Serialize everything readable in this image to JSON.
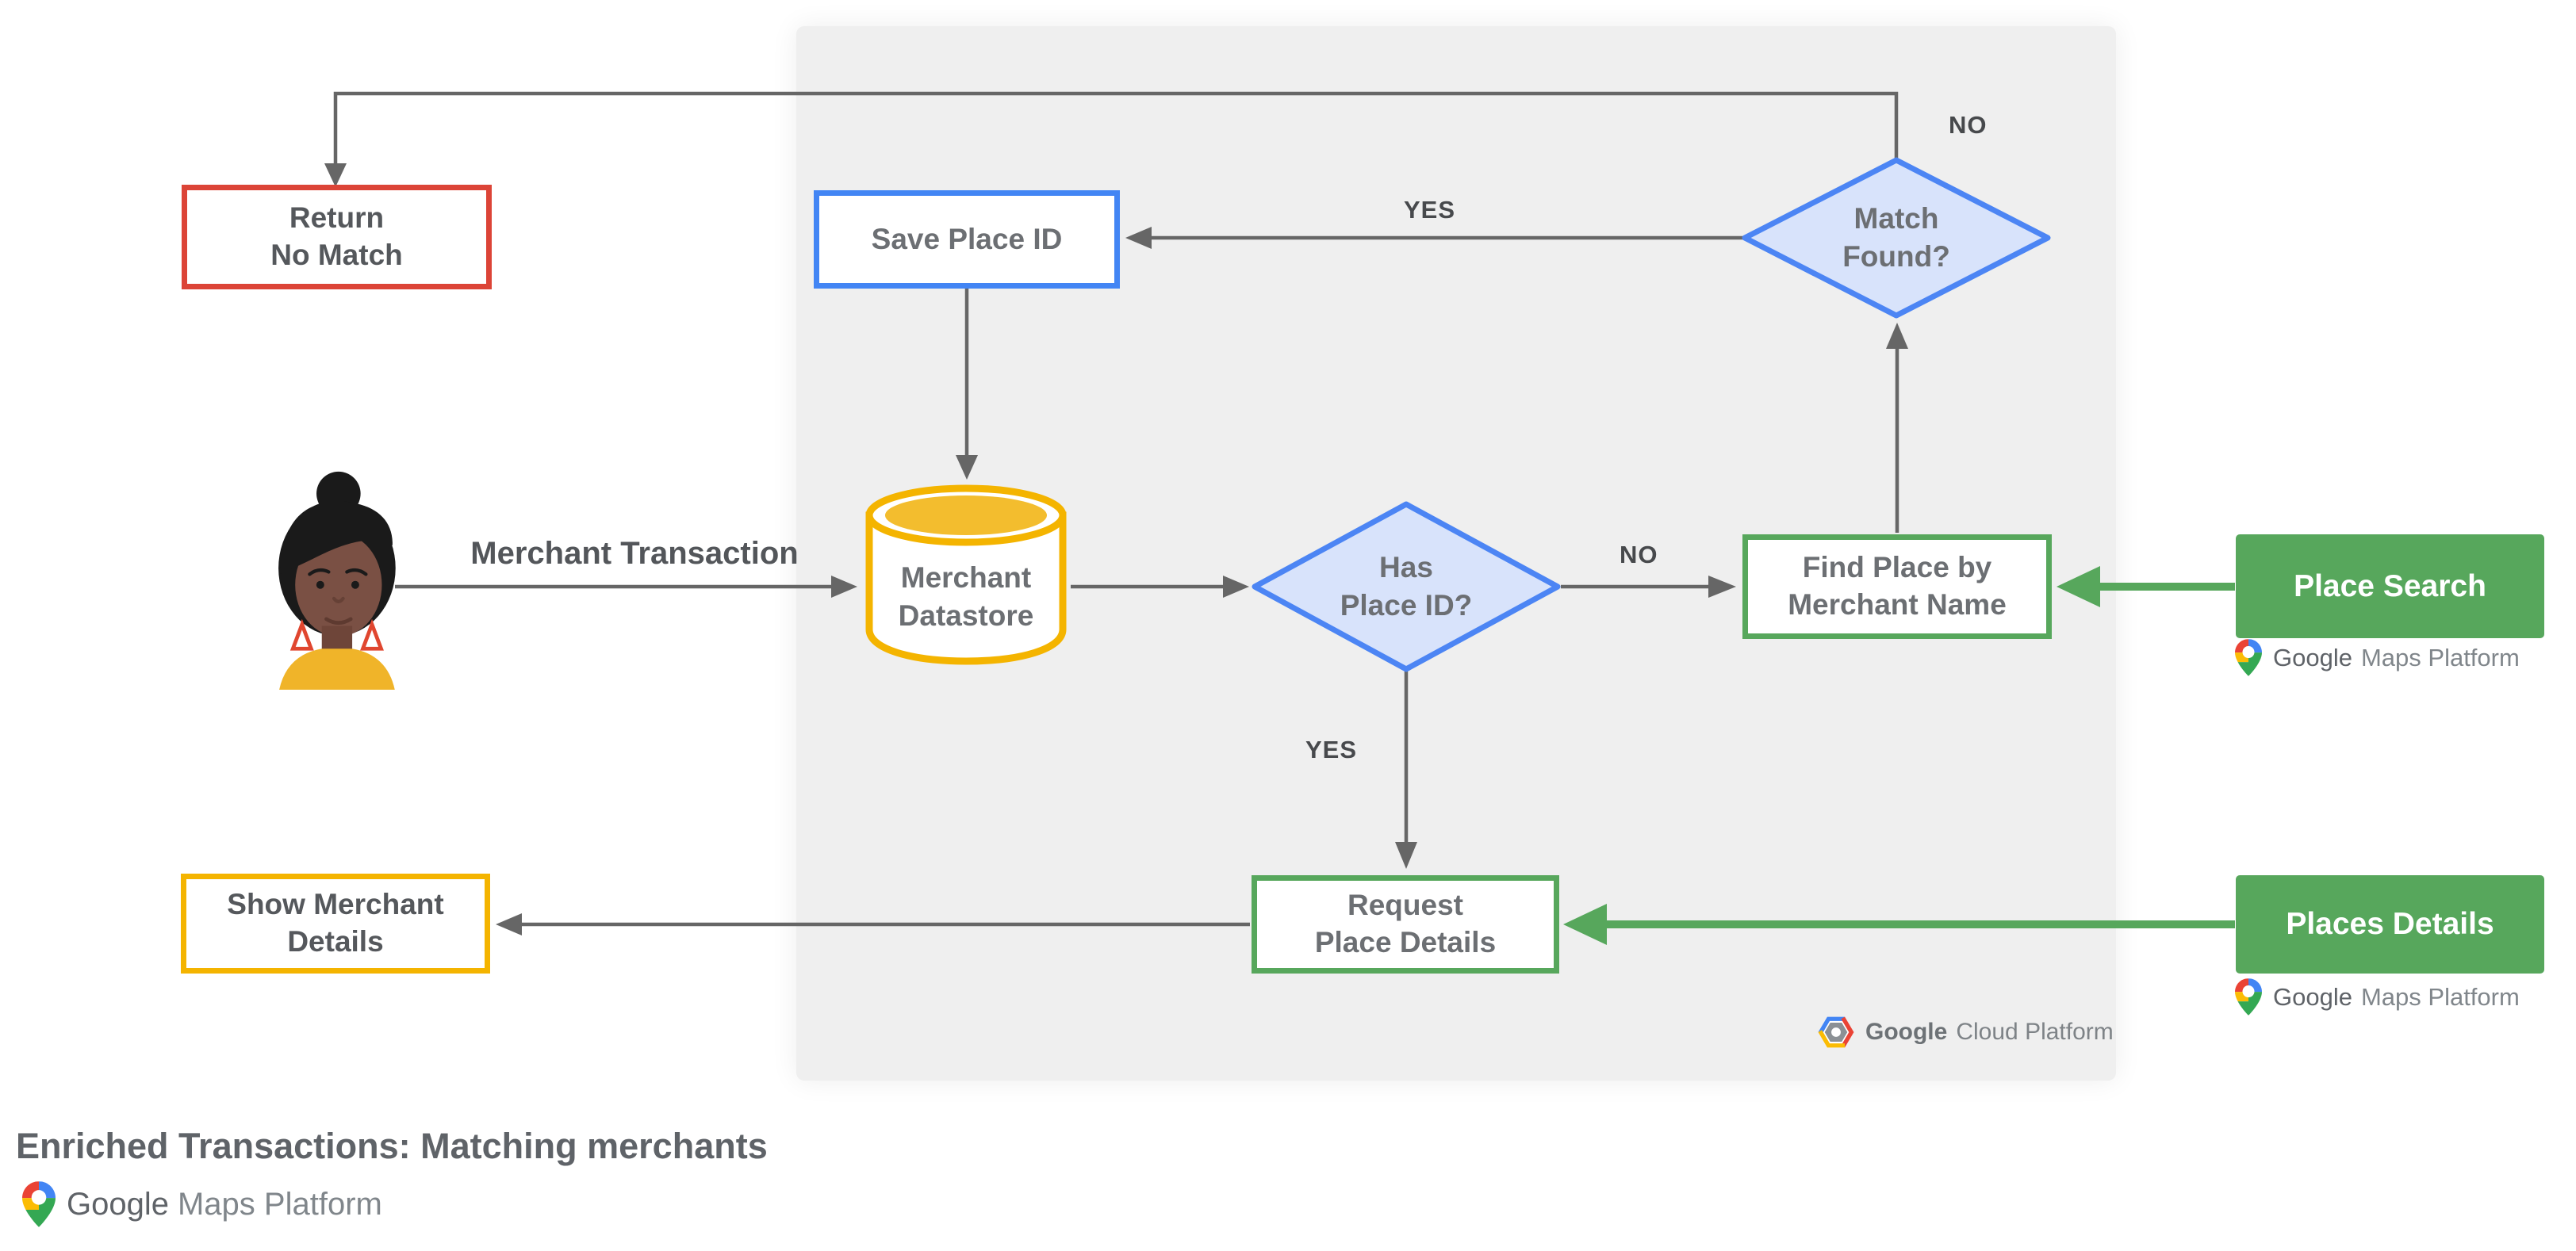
{
  "title": "Enriched Transactions: Matching merchants",
  "nodes": {
    "return_no_match": {
      "line1": "Return",
      "line2": "No Match"
    },
    "save_place_id": {
      "label": "Save Place ID"
    },
    "merchant_datastore": {
      "line1": "Merchant",
      "line2": "Datastore"
    },
    "has_place_id": {
      "line1": "Has",
      "line2": "Place ID?"
    },
    "match_found": {
      "line1": "Match",
      "line2": "Found?"
    },
    "find_place_by_merchant_name": {
      "line1": "Find Place by",
      "line2": "Merchant Name"
    },
    "request_place_details": {
      "line1": "Request",
      "line2": "Place Details"
    },
    "show_merchant_details": {
      "line1": "Show Merchant",
      "line2": "Details"
    },
    "place_search": {
      "label": "Place Search"
    },
    "places_details": {
      "label": "Places Details"
    }
  },
  "edges": {
    "match_found_no": "NO",
    "match_found_yes": "YES",
    "has_place_id_no": "NO",
    "has_place_id_yes": "YES",
    "merchant_transaction": "Merchant Transaction"
  },
  "logos": {
    "google_maps_platform": {
      "google": "Google",
      "product": "Maps Platform"
    },
    "google_cloud_platform": {
      "google": "Google",
      "product": "Cloud Platform"
    }
  },
  "icons": {
    "actor": "woman-avatar",
    "maps_pin": "google-maps-pin",
    "cloud_hex": "google-cloud-hexagon"
  },
  "colors": {
    "red": "#DC4437",
    "blue": "#4285F4",
    "blue_fill": "#D8E3FB",
    "yellow": "#F4B400",
    "green": "#57A75C",
    "arrow_gray": "#666666",
    "node_text": "#6C6F73",
    "panel_bg": "#EFEFEF"
  }
}
